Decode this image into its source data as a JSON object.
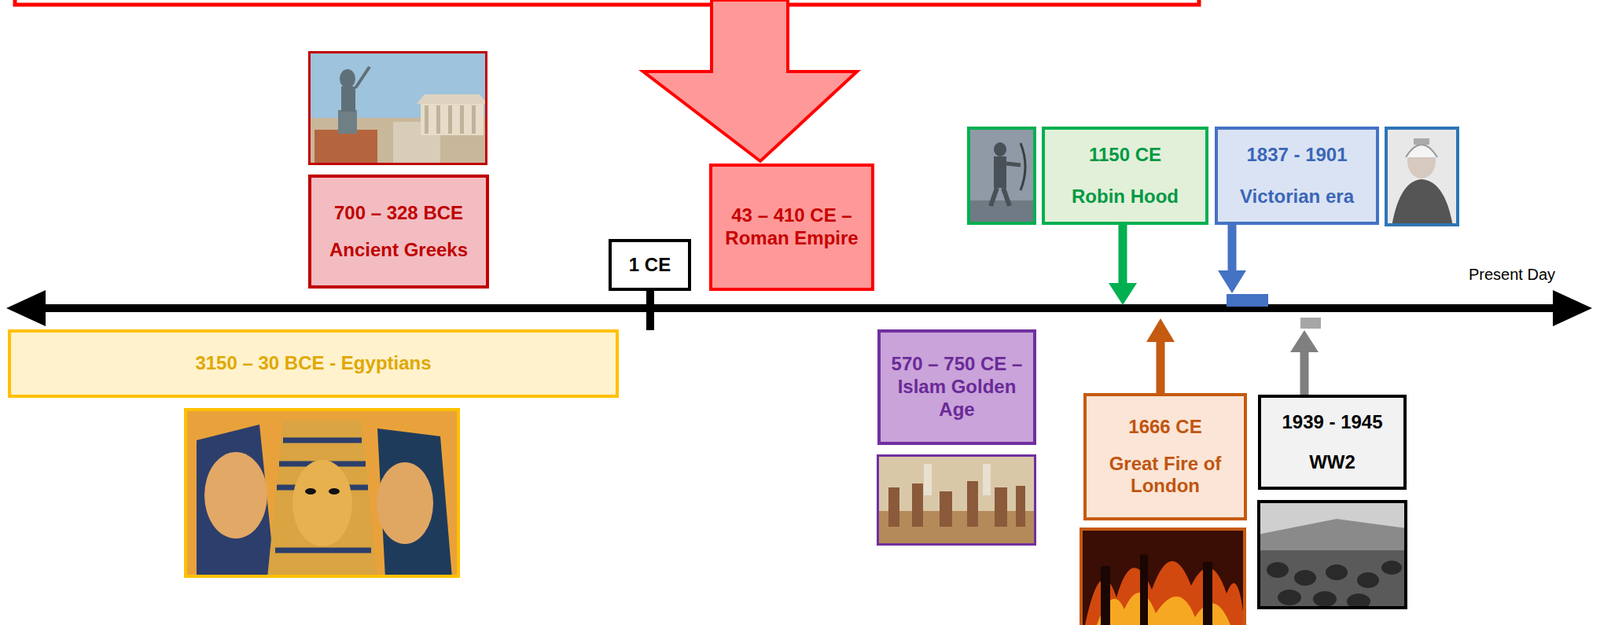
{
  "diagram": {
    "nodes": [
      {
        "text": [
          "700 – 328 BCE",
          "Ancient Greeks"
        ]
      },
      {
        "text": [
          "1 CE"
        ]
      },
      {
        "text": [
          "43 – 410 CE – Roman Empire"
        ]
      },
      {
        "text": [
          "1150 CE",
          "Robin Hood"
        ]
      },
      {
        "text": [
          "1837 - 1901",
          "Victorian era"
        ]
      },
      {
        "text": [
          "3150 – 30 BCE - Egyptians"
        ]
      },
      {
        "text": [
          "570 – 750 CE – Islam Golden Age"
        ]
      },
      {
        "text": [
          "1666 CE",
          "Great Fire of London"
        ]
      },
      {
        "text": [
          "1939 - 1945",
          "WW2"
        ]
      }
    ],
    "labels": [
      "Present Day"
    ]
  }
}
